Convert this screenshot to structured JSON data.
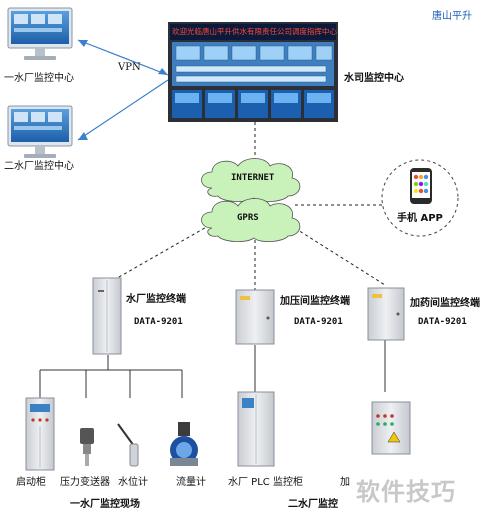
{
  "brand": "唐山平升",
  "vpn": "VPN",
  "monitor_1": "一水厂监控中心",
  "monitor_2": "二水厂监控中心",
  "water_dept": "水司监控中心",
  "screen_banner": "欢迎光临唐山平升供水有限责任公司调度指挥中心",
  "internet": "INTERNET",
  "gprs": "GPRS",
  "mobile_app": "手机 APP",
  "terminal_1": "水厂监控终端",
  "terminal_2": "加压间监控终端",
  "terminal_3": "加药间监控终端",
  "model": "DATA-9201",
  "device_1": "启动柜",
  "device_2": "压力变送器",
  "device_3": "水位计",
  "device_4": "流量计",
  "device_5": "水厂 PLC 监控柜",
  "device_6": "加",
  "site_1": "一水厂监控现场",
  "site_2": "二水厂监控",
  "watermark": "软件技巧",
  "colors": {
    "brand": "#1a5fb4",
    "cloud": "#c9f2bb",
    "screen": "#0b1a3a",
    "cabinet": "#dde1e6"
  }
}
